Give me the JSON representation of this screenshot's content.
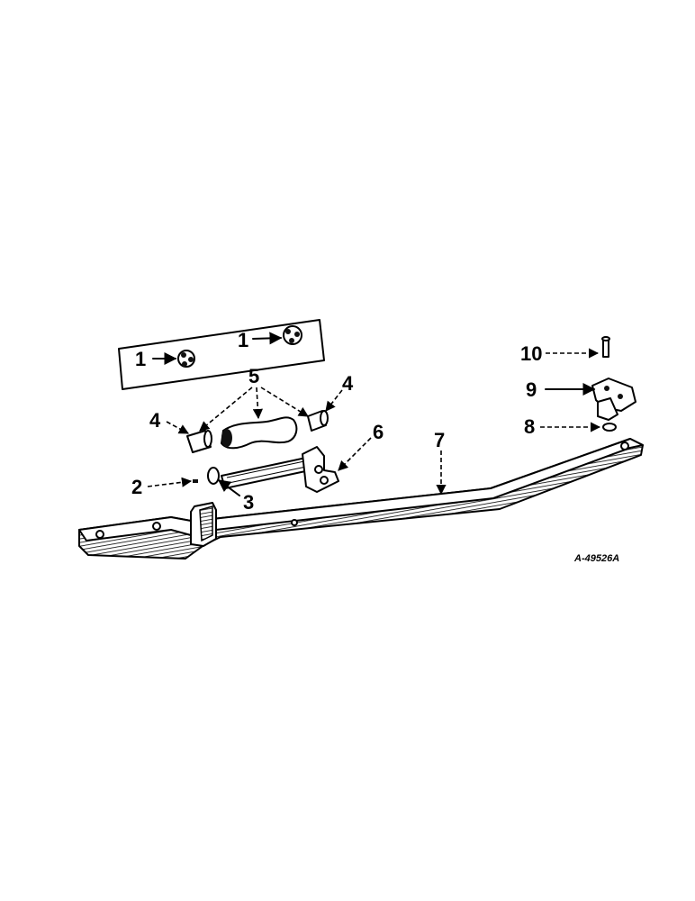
{
  "callouts": {
    "c1a": "1",
    "c1b": "1",
    "c2": "2",
    "c3": "3",
    "c4a": "4",
    "c4b": "4",
    "c5": "5",
    "c6": "6",
    "c7": "7",
    "c8": "8",
    "c9": "9",
    "c10": "10"
  },
  "drawing_number": "A-49526A"
}
